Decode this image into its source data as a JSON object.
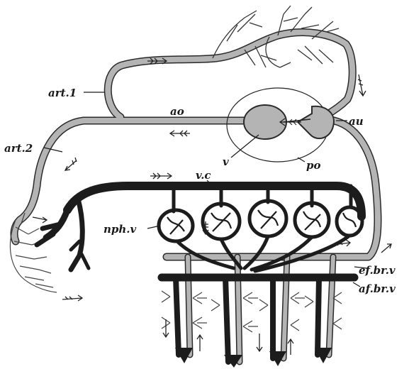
{
  "labels": {
    "art1": "art.1",
    "art2": "art.2",
    "ao": "ao",
    "au": "au",
    "v": "v",
    "po": "po",
    "vc": "v.c",
    "nphv": "nph.v",
    "efbrv": "ef.br.v",
    "afbrv": "af.br.v"
  },
  "colors": {
    "arterial_fill": "#b4b4b4",
    "vein_dark": "#1c1c1c",
    "outline": "#2a2a2a",
    "background": "#ffffff"
  }
}
